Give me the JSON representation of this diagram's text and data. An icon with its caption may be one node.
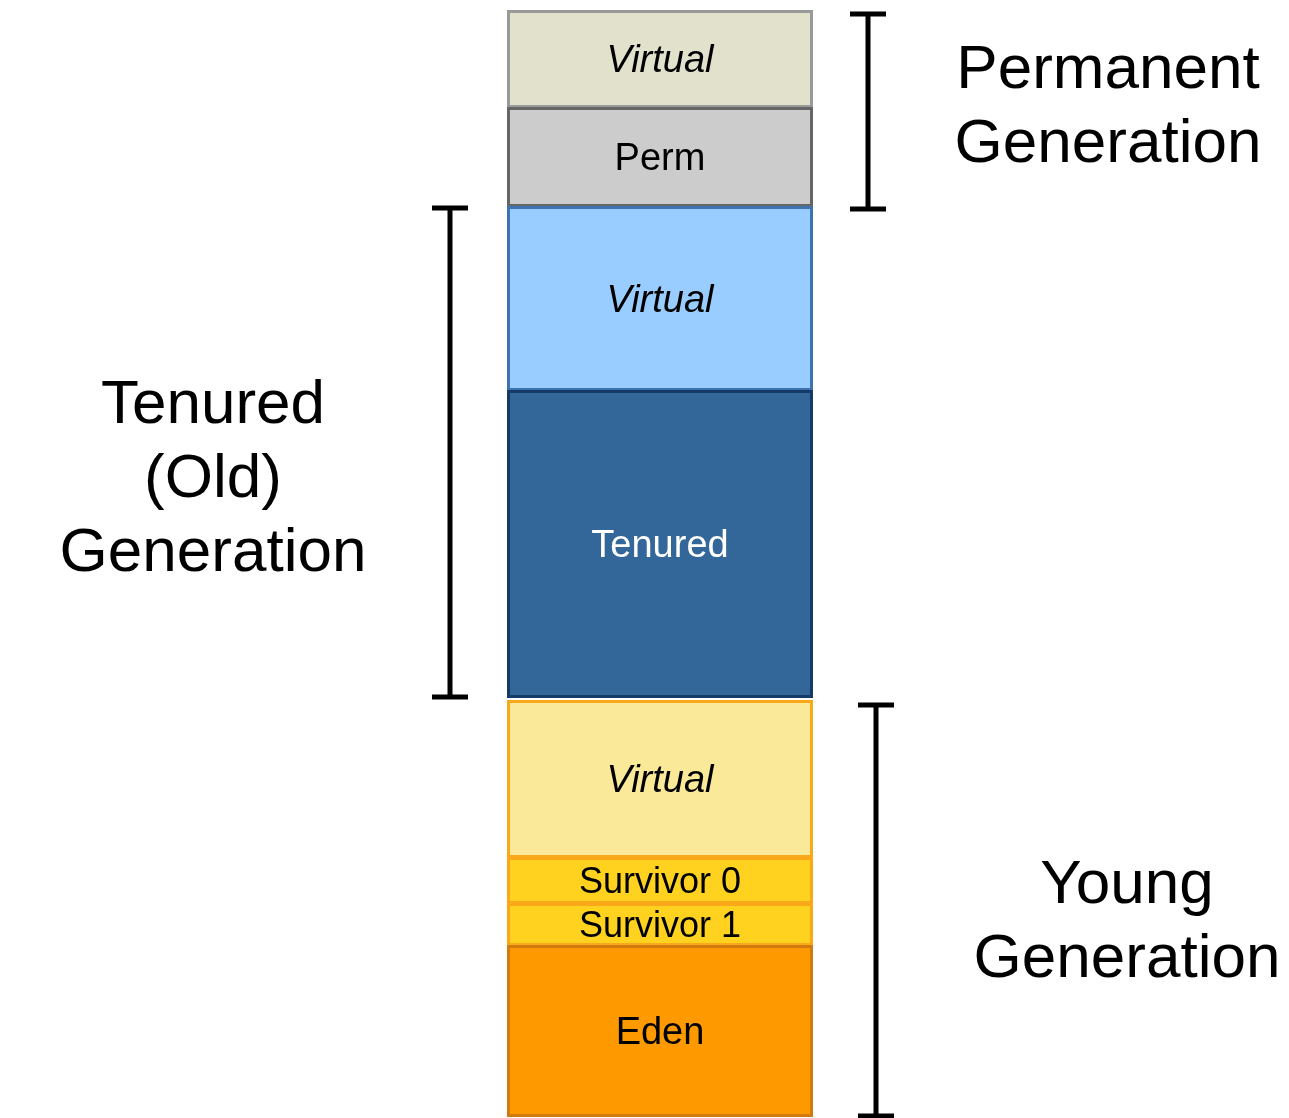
{
  "diagram": {
    "nodes": [
      {
        "text": [
          "Virtual"
        ]
      },
      {
        "text": [
          "Perm"
        ]
      },
      {
        "text": [
          "Virtual"
        ]
      },
      {
        "text": [
          "Tenured"
        ]
      },
      {
        "text": [
          "Virtual"
        ]
      },
      {
        "text": [
          "Survivor 0"
        ]
      },
      {
        "text": [
          "Survivor 1"
        ]
      },
      {
        "text": [
          "Eden"
        ]
      }
    ],
    "labels": [
      "Permanent Generation",
      "Tenured (Old) Generation",
      "Young Generation"
    ]
  }
}
